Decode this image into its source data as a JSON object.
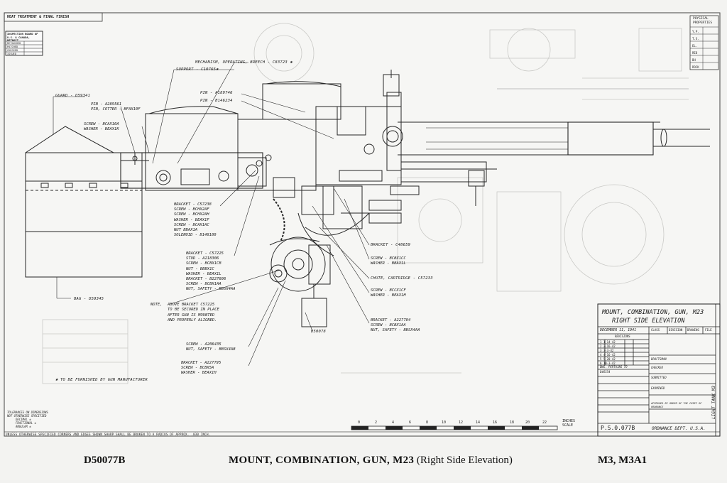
{
  "header": {
    "heat_treatment": "HEAT TREATMENT & FINAL FINISH"
  },
  "inspection": {
    "title": "INSPECTION BOARD OF U.S. & CANADA, DETROIT",
    "rows": [
      "RETOUCHED",
      "PATCHED",
      "CHECKED",
      "ISSUED"
    ]
  },
  "physical_properties": {
    "title": "PHYSICAL PROPERTIES",
    "rows": [
      "Y.P.",
      "T.S.",
      "EL.",
      "RED",
      "BH",
      "ROCK"
    ]
  },
  "callouts": {
    "mechanism": "MECHANISM, OPERATING, BREECH - C83723 ✱",
    "support": "SUPPORT - C10765✱",
    "pin1": "PIN - A189746",
    "pin2": "PIN - B146234",
    "guard": "GUARD - D59341",
    "pin_cotter": [
      "PIN - A285561",
      "PIN, COTTER - BFAX10F"
    ],
    "screw_washer_a": [
      "SCREW - BCAX10A",
      "WASHER - BEAX1K"
    ],
    "bracket_group1": [
      "BRACKET - C57238",
      "SCREW - BCHX2AF",
      "SCREW - BCHX2AH",
      "WASHER - BEAX1F",
      "SCREW - BCAX1AC",
      "NUT     BBAX1A",
      "SOLENOID - B148180"
    ],
    "bracket_group2": [
      "BRACKET - C57225",
      "STUD  - A218306",
      "SCREW - BCBX1CB",
      "NUT   - BBBX1C",
      "WASHER - BEAX1L",
      "BRACKET - B227606",
      "SCREW - BCBX1AA",
      "NUT, SAFETY - BBSX4AA"
    ],
    "bag": "BAG - D59345",
    "note": [
      "NOTE,",
      "ABOVE BRACKET C57225",
      "TO BE SECURED IN PLACE",
      "AFTER GUN IS MOUNTED",
      "AND PROPERLY ALIGNED."
    ],
    "bracket_c": "BRACKET - C48659",
    "screw_washer_b": [
      "SCREW - BCBX1CC",
      "WASHER - BBAX1L"
    ],
    "chute": "CHUTE, CARTRIDGE - C57233",
    "screw_washer_c": [
      "SCREW - BCCX1CF",
      "WASHER - BEAX1H"
    ],
    "bracket_d": [
      "BRACKET - A227784",
      "SCREW - BCBX1AA",
      "NUT, SAFETY - BBSX4AA"
    ],
    "d50078": "D50078",
    "screw_nut": [
      "SCREW - A206435",
      "NUT, SAFETY - BBSX4AB"
    ],
    "bracket_e": [
      "BRACKET - A227795",
      "SCREW - BCBX5A",
      "WASHER - BEAX1H"
    ],
    "furnished": "✱ TO BE FURNISHED BY GUN MANUFACTURER",
    "tolerances": [
      "TOLERANCES ON DIMENSIONS",
      "NOT OTHERWISE SPECIFIED",
      "DECIMAL ±",
      "FRACTIONAL ±",
      "ANGULAR ±"
    ],
    "bottom_note": "UNLESS OTHERWISE SPECIFIED CORNERS AND EDGES SHOWN SHARP SHALL BE BROKEN TO A RADIUS OF APPROX. .030 INCH."
  },
  "scale": {
    "ticks": [
      "0",
      "2",
      "4",
      "6",
      "8",
      "10",
      "12",
      "14",
      "16",
      "18",
      "20",
      "22"
    ],
    "label": "INCHES SCALE"
  },
  "title_block": {
    "title_line1": "MOUNT, COMBINATION, GUN, M23",
    "title_line2": "RIGHT SIDE ELEVATION",
    "date": "DECEMBER 11, 1941",
    "cols": [
      "CLASS",
      "DIVISION",
      "DRAWING",
      "FILE"
    ],
    "revisions_label": "REVISIONS",
    "revisions": [
      "1  1-14-42",
      "2  2-16-42",
      "3  3-3-42",
      "4  4-16-42",
      "5  5-20-42",
      "6  10-3-42"
    ],
    "dwg_pertains": "DWG. PERTAINS TO",
    "pertains_no": "D46554",
    "roles": [
      "DRAFTSMAN",
      "CHECKER",
      "SUBMITTED",
      "EXAMINED",
      "APPROVED BY ORDER OF THE CHIEF OF ORDNANCE"
    ],
    "drawing_number": "P.S.0.077B",
    "dept": "ORDNANCE DEPT. U.S.A.",
    "side_text": "LIGHT TANK M3"
  },
  "caption": {
    "code": "D50077B",
    "title_bold": "MOUNT, COMBINATION, GUN, M23",
    "title_paren": "(Right Side Elevation)",
    "model": "M3, M3A1"
  }
}
